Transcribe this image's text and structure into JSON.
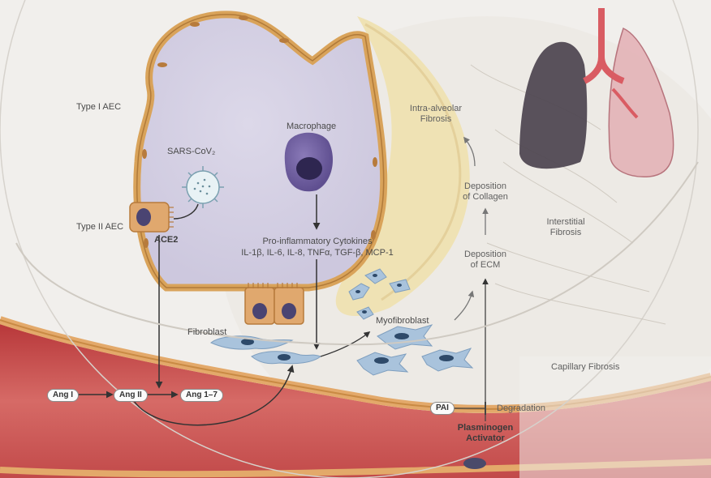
{
  "labels": {
    "type1_aec": "Type I AEC",
    "type2_aec": "Type II AEC",
    "ace2": "ACE2",
    "sars_cov2": "SARS-CoV₂",
    "macrophage": "Macrophage",
    "cytokines_title": "Pro-inflammatory Cytokines",
    "cytokines_list": "IL-1β, IL-6, IL-8, TNFα, TGF-β, MCP-1",
    "intra_alveolar_fibrosis": [
      "Intra-alveolar",
      "Fibrosis"
    ],
    "deposition_collagen": [
      "Deposition",
      "of Collagen"
    ],
    "deposition_ecm": [
      "Deposition",
      "of ECM"
    ],
    "interstitial_fibrosis": [
      "Interstitial",
      "Fibrosis"
    ],
    "fibroblast": "Fibroblast",
    "myofibroblast": "Myofibroblast",
    "capillary_fibrosis": "Capillary Fibrosis",
    "degradation": "Degradation",
    "pai": "PAI",
    "plasminogen_activator": [
      "Plasminogen",
      "Activator"
    ],
    "ang1": "Ang I",
    "ang2": "Ang II",
    "ang17": "Ang 1–7"
  },
  "colors": {
    "cell_wall": "#d9a35a",
    "alveolar_space": "#d7d3e4",
    "fibrosis_yellow": "#efe2b4",
    "blood_vessel": "#c24a4a",
    "fibroblast_blue": "#a9c3dc",
    "lung_left": "#4d4550",
    "lung_right": "#d9a0a8",
    "trachea": "#d85058"
  }
}
